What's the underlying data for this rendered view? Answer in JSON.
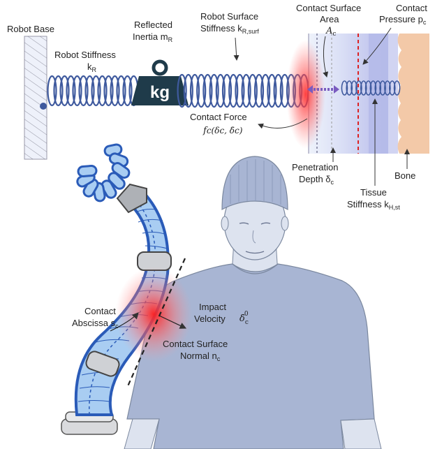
{
  "top": {
    "robot_base": "Robot Base",
    "robot_stiffness_l1": "Robot Stiffness",
    "robot_stiffness_l2": "k",
    "robot_stiffness_sub": "R",
    "reflected_l1": "Reflected",
    "reflected_l2": "Inertia m",
    "reflected_sub": "R",
    "weight_text": "kg",
    "surface_stiff_l1": "Robot Surface",
    "surface_stiff_l2": "Stiffness k",
    "surface_stiff_sub": "R,surf",
    "contact_area_l1": "Contact Surface",
    "contact_area_l2": "Area",
    "contact_area_sym": "A",
    "contact_area_sub": "c",
    "contact_pressure_l1": "Contact",
    "contact_pressure_l2": "Pressure p",
    "contact_pressure_sub": "c",
    "contact_force_l1": "Contact Force",
    "contact_force_eq": "f",
    "contact_force_eq_rest": "c(δc, δ̇c)",
    "penetration_l1": "Penetration",
    "penetration_l2": "Depth δ",
    "penetration_sub": "c",
    "tissue_l1": "Tissue",
    "tissue_l2": "Stiffness k",
    "tissue_sub": "H,st",
    "bone": "Bone"
  },
  "bottom": {
    "contact_abscissa_l1": "Contact",
    "contact_abscissa_l2": "Abscissa s",
    "contact_abscissa_sub": "c",
    "impact_l1": "Impact",
    "impact_l2": "Velocity",
    "impact_sym": "δ̇",
    "impact_sub": "c",
    "impact_sup": "0",
    "normal_l1": "Contact Surface",
    "normal_l2": "Normal n",
    "normal_sub": "c"
  },
  "colors": {
    "spring": "#3f5a9e",
    "contact_glow": "#ff3333",
    "tissue_blue": "#c9cdf0",
    "bone": "#f3c9a8",
    "robot_blue": "#a9cdf2",
    "robot_outline": "#2a5bb8",
    "human": "#a8b5d3",
    "skin_light": "#dde3ef"
  }
}
